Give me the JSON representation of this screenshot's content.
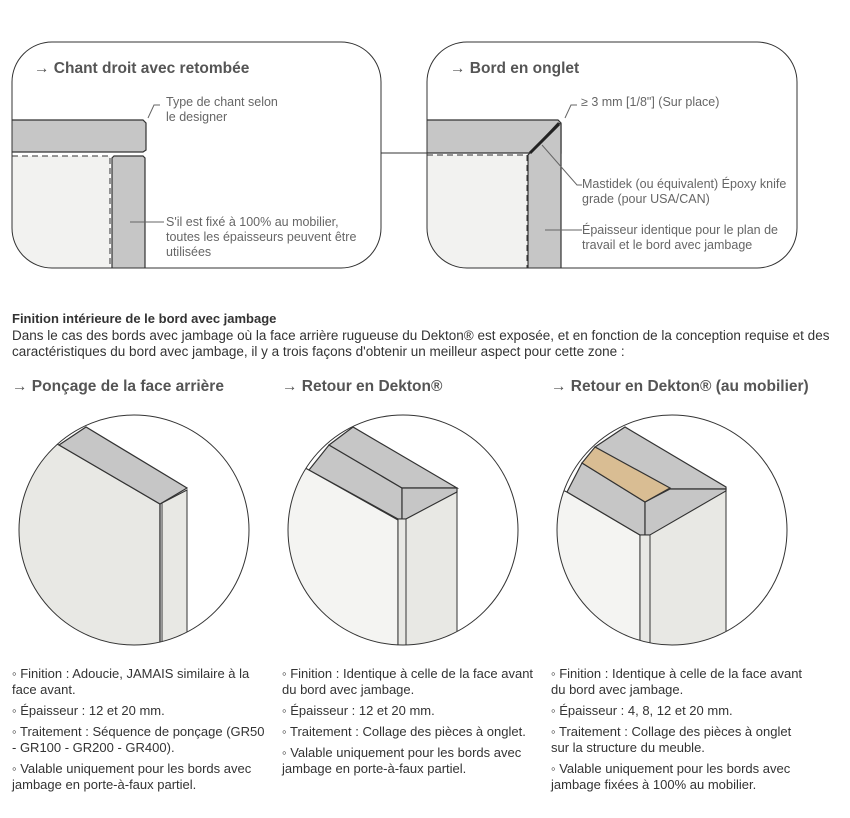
{
  "top_boxes": [
    {
      "title": "→ Chant droit avec retombée",
      "labels": [
        "Type de chant selon le designer",
        "S'il est fixé à 100% au mobilier, toutes les épaisseurs peuvent être utilisées"
      ]
    },
    {
      "title": "→ Bord en onglet",
      "labels": [
        "≥ 3 mm [1/8\"] (Sur place)",
        "Mastidek (ou équivalent) Époxy knife grade (pour USA/CAN)",
        "Épaisseur identique pour le plan de travail et le bord avec jambage"
      ]
    }
  ],
  "section": {
    "heading": "Finition intérieure de le bord avec jambage",
    "intro": "Dans le cas des bords avec jambage où la face arrière rugueuse du Dekton® est exposée, et en fonction de la conception requise et des caractéristiques du bord avec jambage, il y a trois façons d'obtenir un meilleur aspect pour cette zone :"
  },
  "columns": [
    {
      "title": "→ Ponçage de la face arrière",
      "bullets": [
        "◦ Finition : Adoucie, JAMAIS similaire à la face avant.",
        "◦ Épaisseur : 12 et 20 mm.",
        "◦ Traitement : Séquence de ponçage (GR50 - GR100 - GR200 - GR400).",
        "◦ Valable uniquement pour les bords avec jambage en porte-à-faux partiel."
      ]
    },
    {
      "title": "→ Retour en Dekton®",
      "bullets": [
        "◦ Finition : Identique à celle de la face avant du bord avec jambage.",
        "◦ Épaisseur : 12 et 20 mm.",
        "◦ Traitement : Collage des pièces à onglet.",
        "◦ Valable uniquement pour les bords avec jambage en porte-à-faux partiel."
      ]
    },
    {
      "title": "→ Retour en Dekton® (au mobilier)",
      "bullets": [
        "◦ Finition : Identique à celle de la face avant du bord avec jambage.",
        "◦ Épaisseur : 4, 8, 12 et 20 mm.",
        "◦ Traitement : Collage des pièces à onglet sur la structure du meuble.",
        "◦ Valable uniquement pour les bords avec jambage fixées à 100% au mobilier."
      ]
    }
  ],
  "colors": {
    "slab": "#c6c6c6",
    "face": "#e8e8e4",
    "light": "#f4f4f2",
    "wood": "#d9bd93",
    "stroke": "#333333"
  }
}
